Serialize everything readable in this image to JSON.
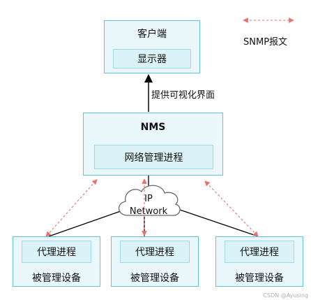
{
  "client": {
    "title": "客户端",
    "display": "显示器"
  },
  "legend": {
    "label": "SNMP报文",
    "color": "#e8736a"
  },
  "arrow_label": "提供可视化界面",
  "nms": {
    "title": "NMS",
    "process": "网络管理进程"
  },
  "network": {
    "line1": "IP",
    "line2": "Network"
  },
  "devices": [
    {
      "agent": "代理进程",
      "name": "被管理设备"
    },
    {
      "agent": "代理进程",
      "name": "被管理设备"
    },
    {
      "agent": "代理进程",
      "name": "被管理设备"
    }
  ],
  "watermark": "CSDN @Ayusing"
}
